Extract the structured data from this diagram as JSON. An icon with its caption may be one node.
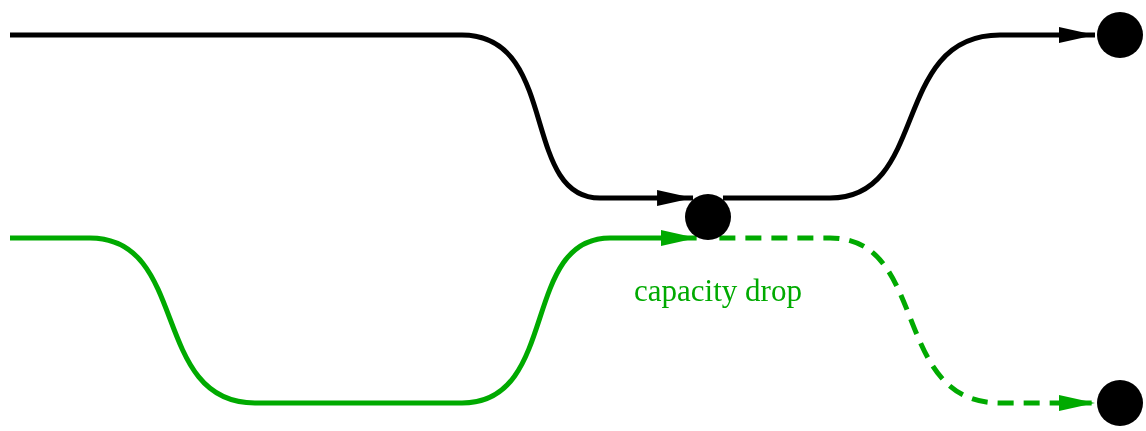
{
  "diagram": {
    "nodes": [
      {
        "text": [],
        "shape": "circle",
        "beside": [
          "capacity drop"
        ]
      },
      {
        "text": [],
        "shape": "circle"
      },
      {
        "text": [],
        "shape": "circle"
      }
    ],
    "edges": [
      {
        "from": null,
        "to": 0,
        "arrow": "to"
      },
      {
        "from": null,
        "to": 0,
        "arrow": "to",
        "color": "#00aa00"
      },
      {
        "from": 0,
        "to": 1,
        "arrow": "to"
      },
      {
        "from": 0,
        "to": 2,
        "arrow": "to",
        "style": "dashed",
        "color": "#00aa00"
      }
    ]
  }
}
